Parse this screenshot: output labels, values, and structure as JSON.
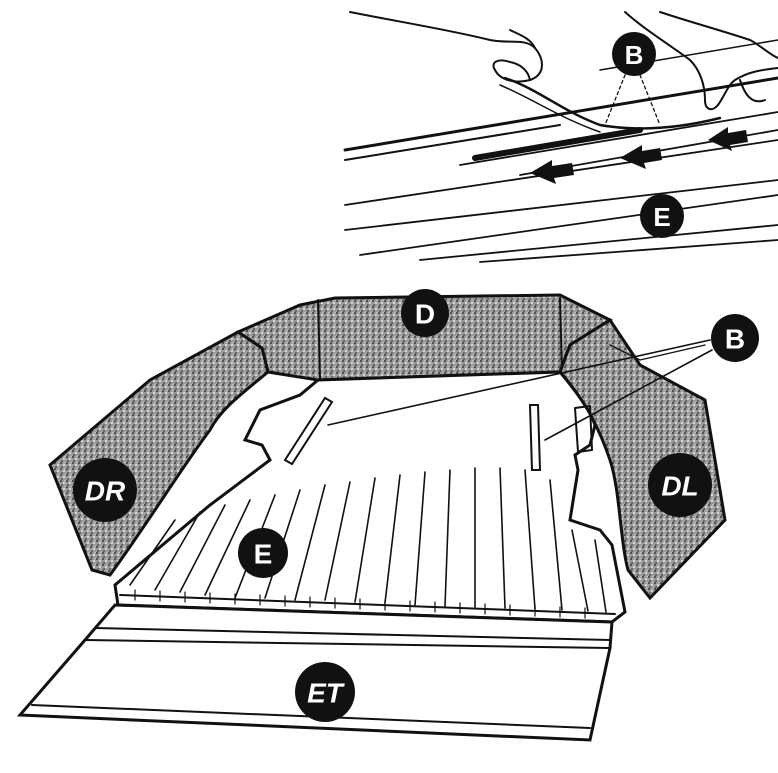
{
  "colors": {
    "ink": "#111111",
    "paper": "#ffffff",
    "carpet": "#8a8a8a",
    "callout_fill": "#111111",
    "callout_text": "#ffffff"
  },
  "labels": {
    "b_detail": "B",
    "e_detail": "E",
    "d": "D",
    "b_main": "B",
    "dr": "DR",
    "dl": "DL",
    "e_main": "E",
    "et": "ET"
  },
  "icons": {
    "arrows": "left-arrow-icon"
  }
}
